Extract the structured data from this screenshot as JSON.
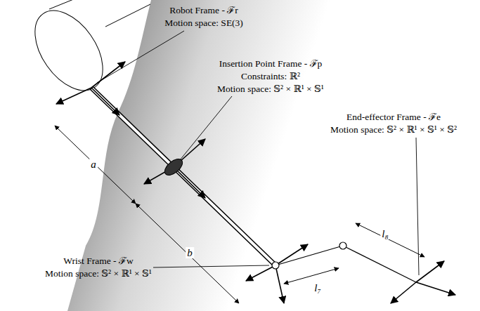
{
  "diagram": {
    "labels": [
      "Robot Frame - ℱr",
      "Motion space: SE(3)",
      "Insertion Point Frame - ℱp",
      "Constraints: ℝ²",
      "Motion space: 𝕊² × ℝ¹ × 𝕊¹",
      "End-effector Frame - ℱe",
      "Motion space: 𝕊² × ℝ¹ × 𝕊¹ × 𝕊²",
      "Wrist Frame - ℱw",
      "Motion space: 𝕊² × ℝ¹ × 𝕊¹",
      "a",
      "b",
      "l₇",
      "l₈"
    ]
  }
}
